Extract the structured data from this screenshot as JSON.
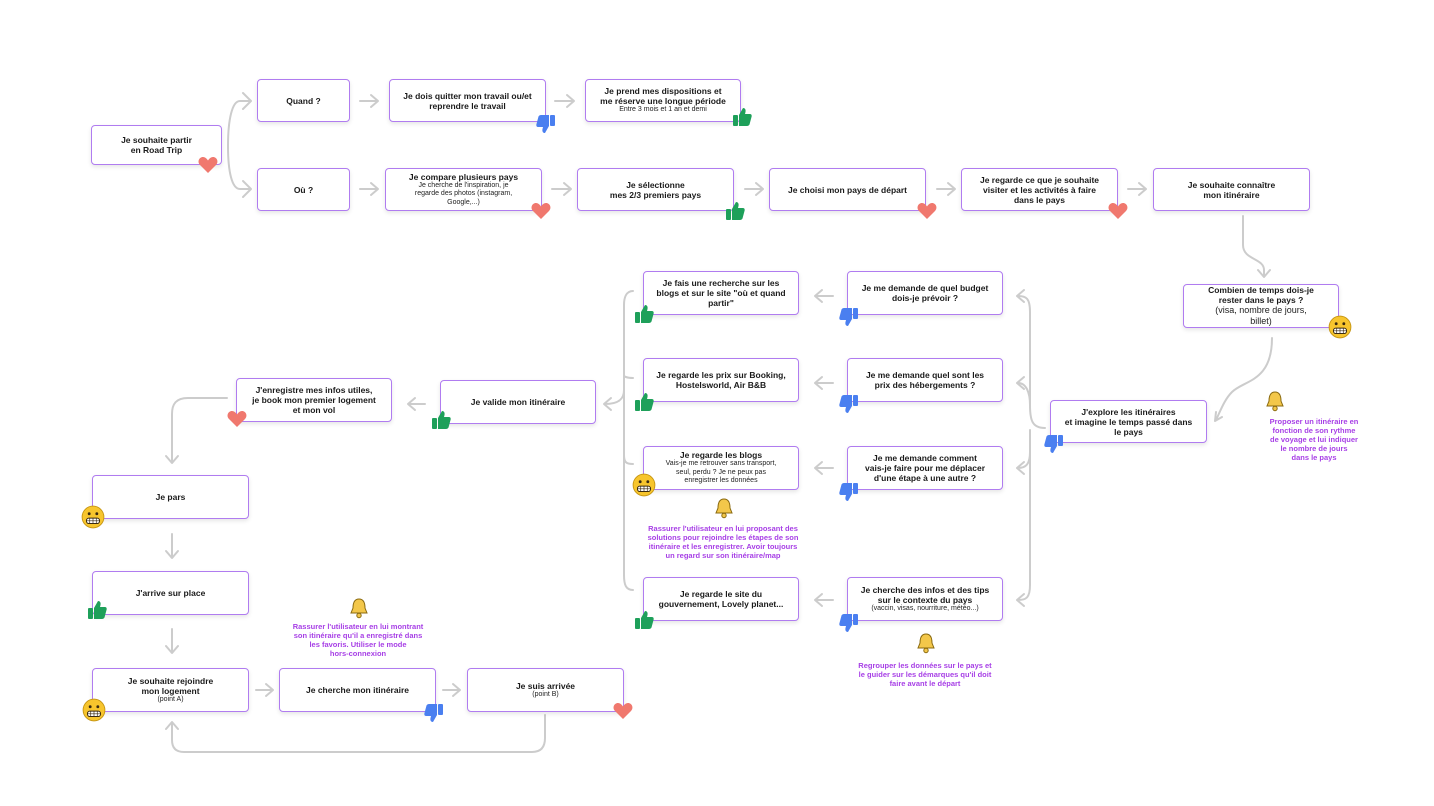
{
  "colors": {
    "border": "#b07cf0",
    "arrow": "#cccccc",
    "note": "#a73fe6",
    "heart": "#f0786e",
    "thumb_up": "#1ea05a",
    "thumb_down": "#4a7ff0",
    "face": "#f7c52d",
    "bell": "#f3c74a"
  },
  "nodes": {
    "start": {
      "t": "Je souhaite partir\nen Road Trip",
      "s": ""
    },
    "quand": {
      "t": "Quand ?",
      "s": ""
    },
    "quitter": {
      "t": "Je dois quitter mon travail ou/et\nreprendre le travail",
      "s": ""
    },
    "dispositions": {
      "t": "Je prend mes dispositions et\nme réserve une longue période",
      "s": "Entre 3 mois et 1 an et demi"
    },
    "ou": {
      "t": "Où ?",
      "s": ""
    },
    "compare": {
      "t": "Je compare plusieurs pays",
      "s": "Je cherche de l'inspiration, je\nregarde des photos (instagram,\nGoogle,...)"
    },
    "selectionne": {
      "t": "Je sélectionne\nmes 2/3 premiers pays",
      "s": ""
    },
    "choisi": {
      "t": "Je choisi mon pays de départ",
      "s": ""
    },
    "regarde_visiter": {
      "t": "Je regarde ce que je souhaite\nvisiter et les activités à faire\ndans le pays",
      "s": ""
    },
    "connaitre": {
      "t": "Je souhaite connaître\nmon itinéraire",
      "s": ""
    },
    "combien": {
      "t": "Combien de temps dois-je\nrester dans le pays ?",
      "s": "(visa, nombre de jours,\nbillet)"
    },
    "explore": {
      "t": "J'explore les itinéraires\net imagine le temps passé dans\nle pays",
      "s": ""
    },
    "budget": {
      "t": "Je me demande de quel budget\ndois-je prévoir ?",
      "s": ""
    },
    "prix_heb": {
      "t": "Je me demande quel sont les\nprix des hébergements ?",
      "s": ""
    },
    "deplacer": {
      "t": "Je me demande comment\nvais-je faire pour me déplacer\nd'une étape à une autre ?",
      "s": ""
    },
    "infos_tips": {
      "t": "Je cherche des infos et des tips\nsur le contexte du pays",
      "s": "(vaccin, visas, nourriture, météo...)"
    },
    "recherche_blogs": {
      "t": "Je fais une recherche sur les\nblogs et sur le site \"où et quand\npartir\"",
      "s": ""
    },
    "prix_booking": {
      "t": "Je regarde les prix sur Booking,\nHostelsworld, Air B&B",
      "s": ""
    },
    "blogs": {
      "t": "Je regarde les blogs",
      "s": "Vais-je me retrouver sans transport,\nseul, perdu ? Je ne peux pas\nenregistrer les données"
    },
    "gouvernement": {
      "t": "Je regarde le site du\ngouvernement, Lovely planet...",
      "s": ""
    },
    "valide": {
      "t": "Je valide mon itinéraire",
      "s": ""
    },
    "enregistre": {
      "t": "J'enregistre mes infos utiles,\nje book mon premier logement\net  mon vol",
      "s": ""
    },
    "pars": {
      "t": "Je pars",
      "s": ""
    },
    "arrive": {
      "t": "J'arrive sur place",
      "s": ""
    },
    "rejoindre": {
      "t": "Je souhaite rejoindre\nmon logement",
      "s": "(point A)"
    },
    "cherche_itin": {
      "t": "Je cherche mon itinéraire",
      "s": ""
    },
    "suis_arrivee": {
      "t": "Je suis arrivée",
      "s": "(point B)"
    }
  },
  "notes": {
    "proposer": "Proposer un itinéraire en\nfonction de son rythme\nde voyage et lui indiquer\nle nombre de jours\ndans le pays",
    "rassurer_solutions": "Rassurer l'utilisateur en lui proposant des\nsolutions pour rejoindre les étapes de son\nitinéraire et les enregistrer. Avoir toujours\nun regard sur son itinéraire/map",
    "regrouper": "Regrouper les données sur le pays et\nle guider sur les démarques qu'il doit\nfaire avant le départ",
    "rassurer_favoris": "Rassurer l'utilisateur en lui montrant\nson itinéraire qu'il a enregistré dans\nles favoris. Utiliser le mode\nhors-connexion"
  }
}
